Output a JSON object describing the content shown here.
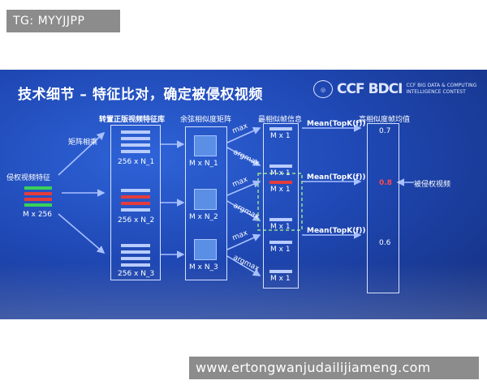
{
  "watermark_top": "TG: MYYJJPP",
  "watermark_bottom": "www.ertongwanjudailijiameng.com",
  "slide": {
    "title": "技术细节 – 特征比对，确定被侵权视频",
    "logo": {
      "ccf": "CCF",
      "bdci": "BDCI",
      "contest_line1": "CCF BIG DATA & COMPUTING",
      "contest_line2": "INTELLIGENCE CONTEST"
    },
    "query": {
      "label": "侵权视频特征",
      "dim": "M x 256"
    },
    "op_label": "矩阵相乘",
    "library": {
      "title": "转置正版视频特征库",
      "items": [
        "256 x N_1",
        "256 x N_2",
        "256 x N_3"
      ]
    },
    "cosine": {
      "title": "余弦相似度矩阵",
      "items": [
        "M x N_1",
        "M x N_2",
        "M x N_3"
      ]
    },
    "ops": {
      "max": "max",
      "argmax": "argmax"
    },
    "best": {
      "title": "最相似帧信息",
      "cells": [
        "M x 1",
        "M x 1",
        "M x 1",
        "M x 1",
        "M x 1",
        "M x 1"
      ]
    },
    "mean_label": "Mean(TopK(f))",
    "score": {
      "title": "高相似度帧均值",
      "values": [
        "0.7",
        "0.8",
        "0.6"
      ],
      "infringed_label": "被侵权视频",
      "arrow": "←"
    },
    "colors": {
      "background": "#1f48b4",
      "green": "#39d05a",
      "red": "#e43c3c",
      "highlight": "#9be08a"
    }
  }
}
